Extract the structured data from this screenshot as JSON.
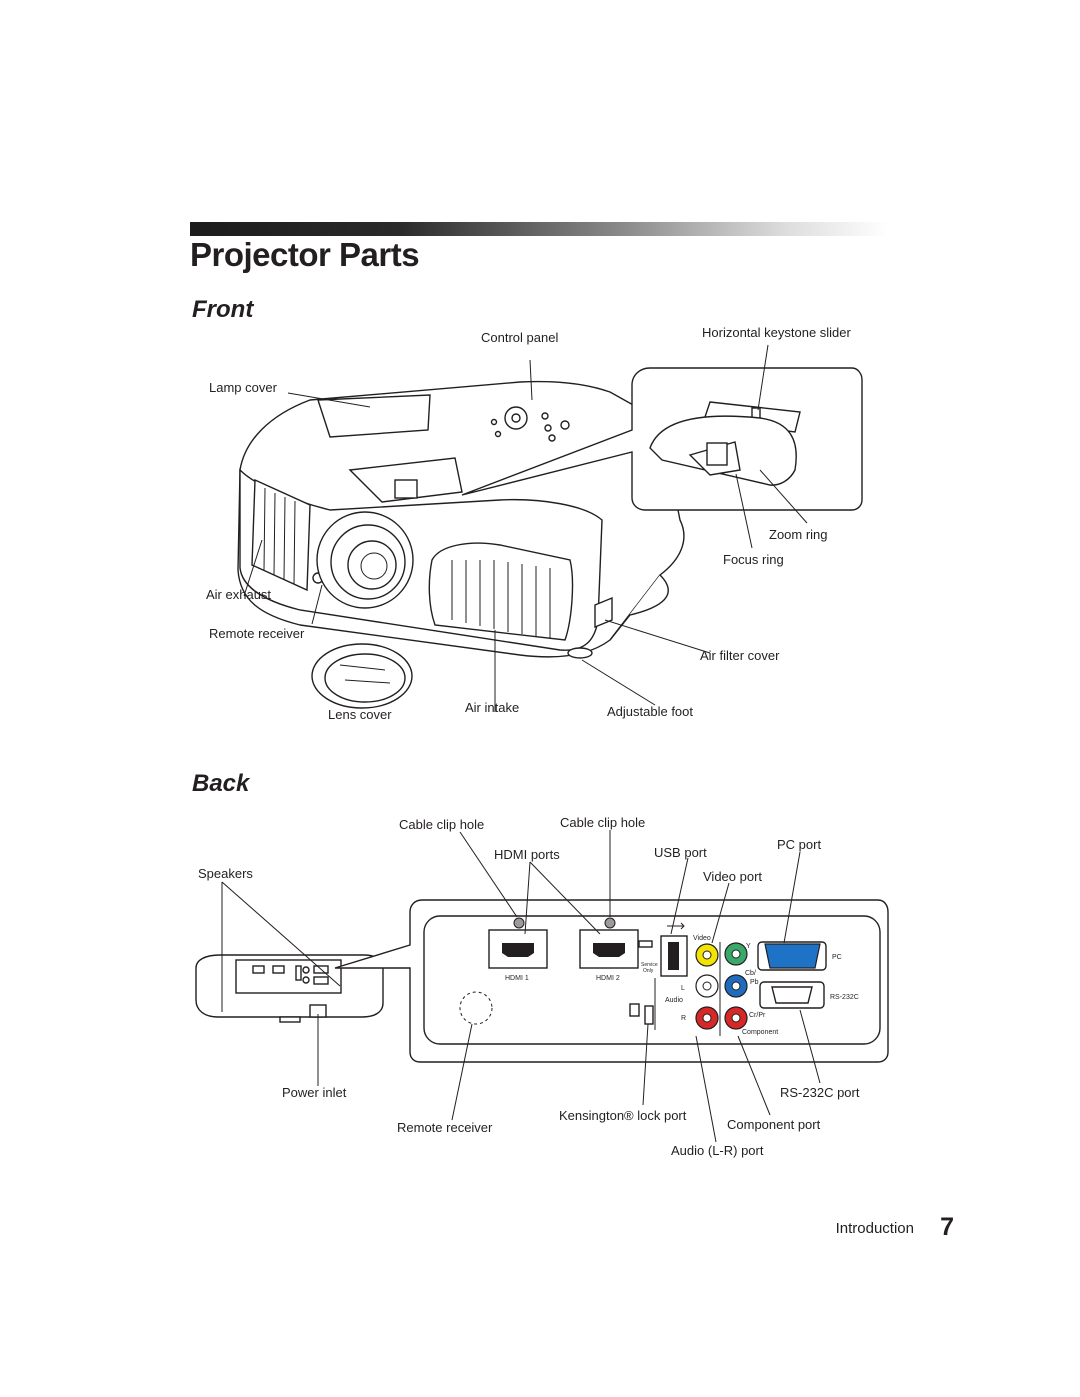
{
  "page": {
    "title": "Projector Parts",
    "footer_section": "Introduction",
    "page_number": "7"
  },
  "front": {
    "heading": "Front",
    "labels": {
      "control_panel": "Control panel",
      "horizontal_keystone_slider": "Horizontal keystone slider",
      "lamp_cover": "Lamp cover",
      "zoom_ring": "Zoom ring",
      "focus_ring": "Focus ring",
      "air_exhaust": "Air exhaust",
      "remote_receiver": "Remote receiver",
      "air_filter_cover": "Air filter cover",
      "lens_cover": "Lens cover",
      "air_intake": "Air intake",
      "adjustable_foot": "Adjustable foot"
    }
  },
  "back": {
    "heading": "Back",
    "labels": {
      "cable_clip_hole_1": "Cable clip hole",
      "cable_clip_hole_2": "Cable clip hole",
      "hdmi_ports": "HDMI ports",
      "usb_port": "USB port",
      "pc_port": "PC port",
      "speakers": "Speakers",
      "video_port": "Video port",
      "power_inlet": "Power inlet",
      "rs232c_port": "RS-232C port",
      "kensington_lock_port": "Kensington® lock port",
      "remote_receiver": "Remote receiver",
      "component_port": "Component port",
      "audio_port": "Audio (L-R) port"
    },
    "panel_text": {
      "hdmi1": "HDMI 1",
      "hdmi2": "HDMI 2",
      "service": "Service",
      "only": "Only",
      "video": "Video",
      "audio": "Audio",
      "l": "L",
      "r": "R",
      "y": "Y",
      "cb": "Cb/",
      "pb": "Pb",
      "crpr": "Cr/Pr",
      "component": "Component",
      "pc": "PC",
      "rs232c": "RS-232C"
    }
  },
  "colors": {
    "text": "#231f20",
    "video_jack": "#f2e400",
    "y_jack": "#3aa86a",
    "cbpb_jack": "#1e6bbf",
    "red_jack": "#d62828",
    "pc_port": "#1f73c7"
  }
}
